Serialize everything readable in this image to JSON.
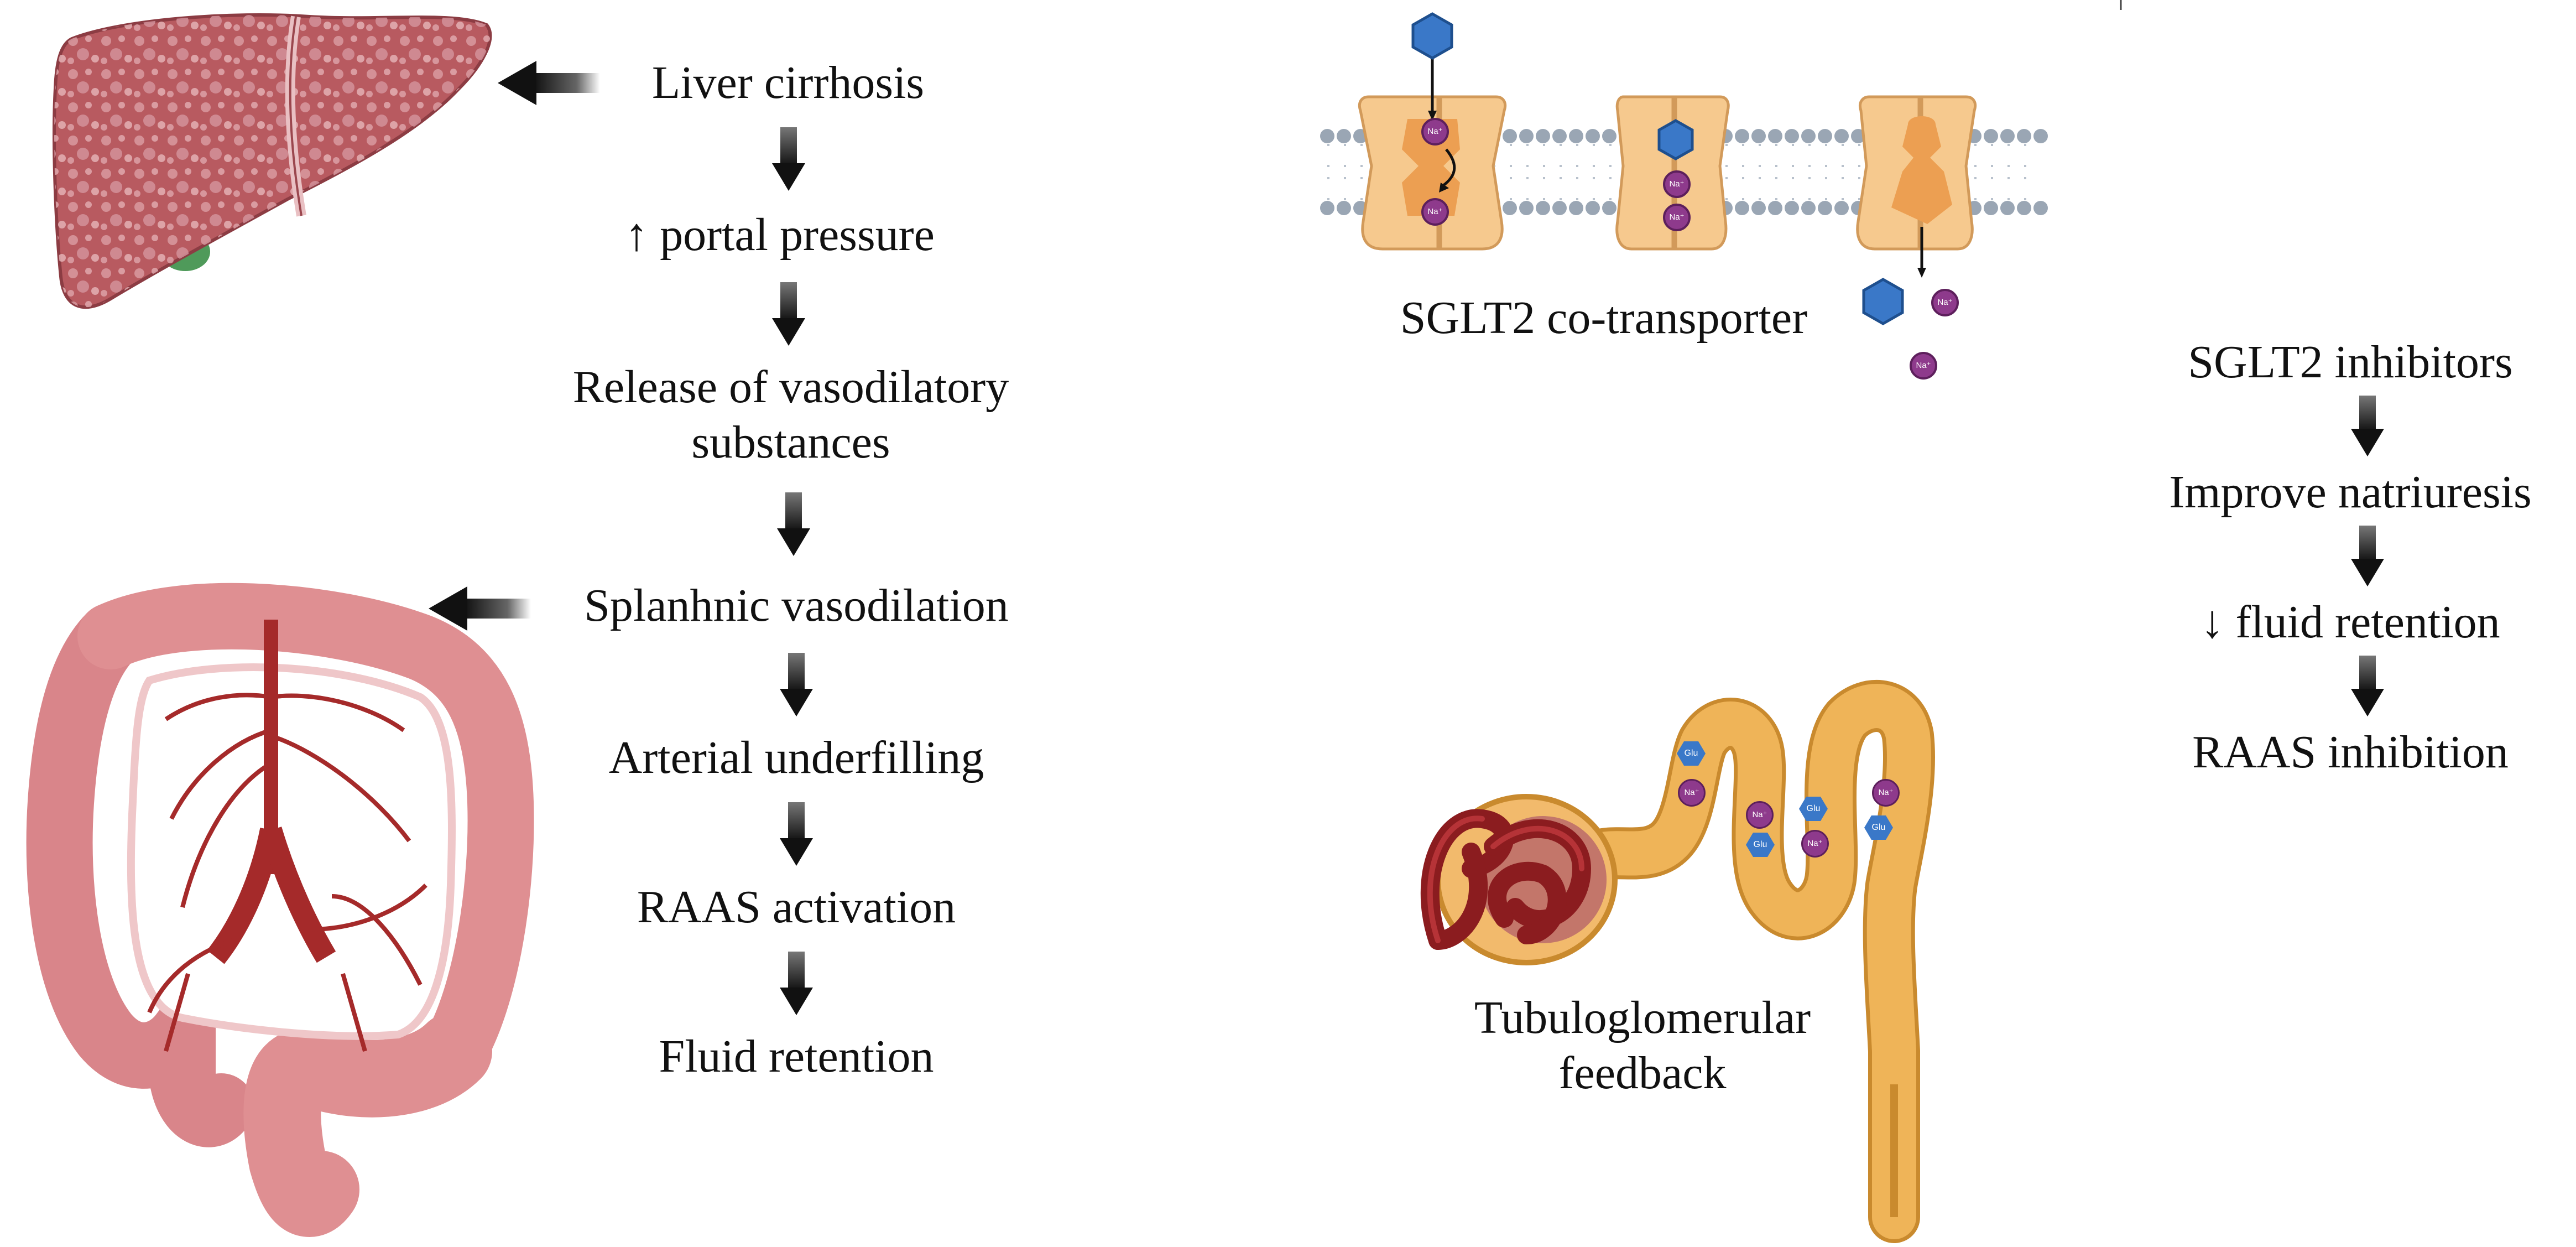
{
  "cirrhosis_flow": {
    "steps": [
      "Liver cirrhosis",
      "↑ portal pressure",
      "Release of vasodilatory substances",
      "Splanhnic vasodilation",
      "Arterial underfilling",
      "RAAS activation",
      "Fluid retention"
    ]
  },
  "sglt2_flow": {
    "steps": [
      "SGLT2 inhibitors",
      "Improve natriuresis",
      "↓ fluid retention",
      "RAAS inhibition"
    ]
  },
  "membrane": {
    "label": "SGLT2 co-transporter",
    "ion_label": "Na⁺"
  },
  "nephron": {
    "label": "Tubuloglomerular feedback",
    "glucose_label": "Glu",
    "ion_label": "Na⁺"
  },
  "colors": {
    "liver": "#b85a60",
    "intestine": "#df8f92",
    "artery": "#a52a2a",
    "transporter": "#f6c98e",
    "membrane_bead": "#9aa6b4",
    "glucose": "#3a78c8",
    "sodium": "#8e3a8c",
    "tubule": "#efb458",
    "arrow": "#1a1a1a"
  }
}
